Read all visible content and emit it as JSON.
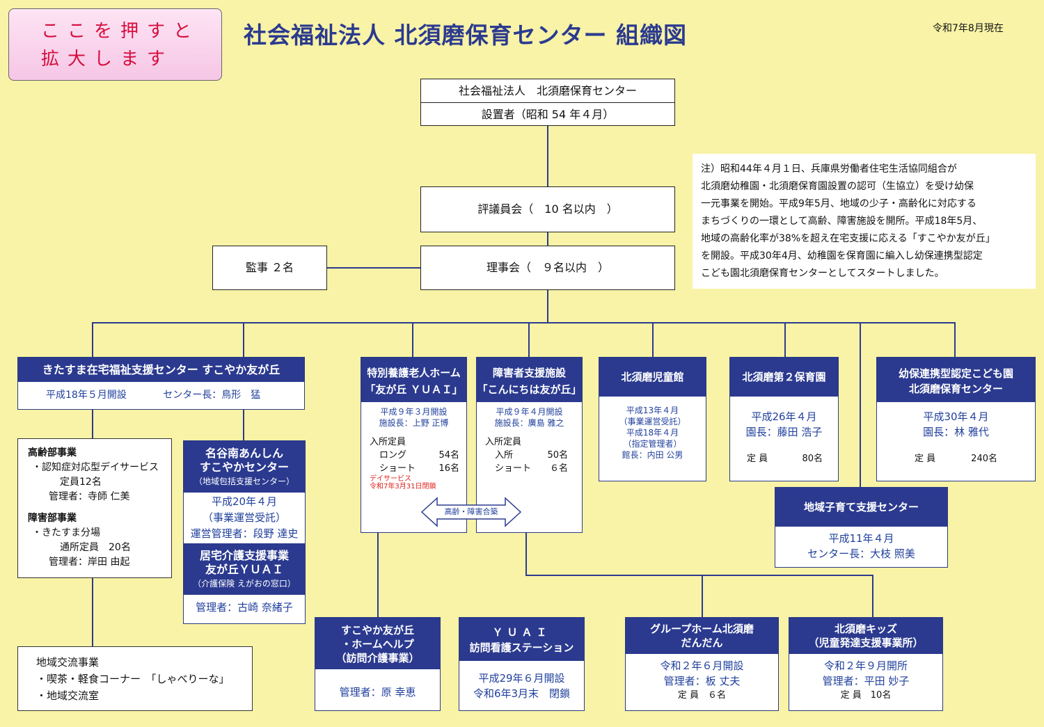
{
  "zoom_button": {
    "line1": "ここを押すと",
    "line2": "拡大します"
  },
  "title": "社会福祉法人 北須磨保育センター 組織図",
  "as_of": "令和7年8月現在",
  "founder": {
    "name": "社会福祉法人　北須磨保育センター",
    "role": "設置者（昭和 54 年４月）"
  },
  "council": "評議員会（　10 名以内　）",
  "board": "理事会（　９名以内　）",
  "auditor": "監事 ２名",
  "note": [
    "注）昭和44年４月１日、兵庫県労働者住宅生活協同組合が",
    "北須磨幼稚園・北須磨保育園設置の認可（生協立）を受け幼保",
    "一元事業を開始。平成9年5月、地域の少子・高齢化に対応する",
    "まちづくりの一環として高齢、障害施設を開所。平成18年5月、",
    "地域の高齢化率が38%を超え在宅支援に応える「すこやか友が丘」",
    "を開設。平成30年4月、幼稚園を保育園に編入し幼保連携型認定",
    "こども園北須磨保育センターとしてスタートしました。"
  ],
  "kitasuma_center": {
    "name": "きたすま在宅福祉支援センター すこやか友が丘",
    "opened": "平成18年５月開設",
    "director": "センター長：鳥形　猛"
  },
  "elderly_dept": {
    "title": "高齢部事業",
    "service": "・認知症対応型デイサービス",
    "capacity": "定員12名",
    "manager": "管理者：寺師 仁美"
  },
  "disability_dept": {
    "title": "障害部事業",
    "service": "・きたすま分場",
    "capacity": "通所定員　20名",
    "manager": "管理者：岸田 由起"
  },
  "community": {
    "title": "地域交流事業",
    "item1": "・喫茶・軽食コーナー　「しゃべりーな」",
    "item2": "・地域交流室"
  },
  "anshin": {
    "name1": "名谷南あんしん",
    "name2": "すこやかセンター",
    "sub": "（地域包括支援センター）",
    "date": "平成20年４月",
    "type": "（事業運営受託）",
    "manager": "運営管理者：段野 達史"
  },
  "kyotaku": {
    "name1": "居宅介護支援事業",
    "name2": "友が丘ＹＵＡＩ",
    "sub": "（介護保険 えがおの窓口）",
    "manager": "管理者：古崎 奈緒子"
  },
  "tokuyo": {
    "name1": "特別養護老人ホーム",
    "name2": "「友が丘 ＹＵＡＩ」",
    "opened": "平成９年３月開設",
    "director": "施設長：上野 正博",
    "cap_title": "入所定員",
    "long_label": "ロング",
    "long_val": "54名",
    "short_label": "ショート",
    "short_val": "16名",
    "day_note1": "デイサービス",
    "day_note2": "令和7年3月31日閉鎖"
  },
  "shogai": {
    "name1": "障害者支援施設",
    "name2": "「こんにちは友が丘」",
    "opened": "平成９年４月開設",
    "director": "施設長：廣島 雅之",
    "cap_title": "入所定員",
    "in_label": "入所",
    "in_val": "50名",
    "short_label": "ショート",
    "short_val": "６名"
  },
  "joint_label": "高齢・障害合築",
  "jidokan": {
    "name": "北須磨児童館",
    "d1": "平成13年４月",
    "t1": "（事業運営受託）",
    "d2": "平成18年４月",
    "t2": "（指定管理者）",
    "director": "館長：内田 公男"
  },
  "hoikuen2": {
    "name": "北須磨第２保育園",
    "date": "平成26年４月",
    "director": "園長：藤田 浩子",
    "cap_label": "定 員",
    "cap_val": "80名"
  },
  "kodomoen": {
    "name1": "幼保連携型認定こども園",
    "name2": "北須磨保育センター",
    "date": "平成30年４月",
    "director": "園長：林 雅代",
    "cap_label": "定 員",
    "cap_val": "240名"
  },
  "kosodate": {
    "name": "地域子育て支援センター",
    "date": "平成11年４月",
    "director": "センター長：大枝 照美"
  },
  "homehelp": {
    "name1": "すこやか友が丘",
    "name2": "・ホームヘルプ",
    "name3": "（訪問介護事業）",
    "manager": "管理者：原 幸恵"
  },
  "houmon": {
    "name1": "ＹＵＡＩ",
    "name2": "訪問看護ステーション",
    "opened": "平成29年６月開設",
    "closed": "令和6年3月末　閉鎖"
  },
  "gh": {
    "name1": "グループホーム北須磨",
    "name2": "だんだん",
    "opened": "令和２年６月開設",
    "manager": "管理者：板 丈夫",
    "cap": "定 員　６名"
  },
  "kids": {
    "name1": "北須磨キッズ",
    "name2": "（児童発達支援事業所）",
    "opened": "令和２年９月開所",
    "manager": "管理者：平田 妙子",
    "cap": "定 員　10名"
  }
}
